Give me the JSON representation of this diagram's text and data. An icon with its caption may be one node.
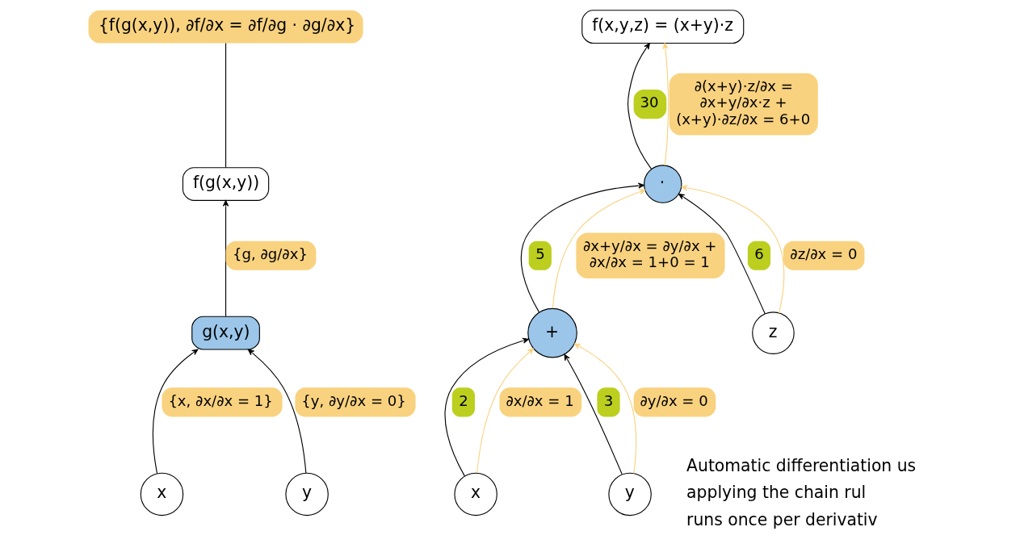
{
  "diagram": {
    "nodes": [
      {
        "text": [
          "{f(g(x,y)), ∂f/∂x = ∂f/∂g · ∂g/∂x}"
        ]
      },
      {
        "text": [
          "f(g(x,y))"
        ]
      },
      {
        "text": [
          "g(x,y)"
        ]
      },
      {
        "text": [
          "x"
        ]
      },
      {
        "text": [
          "y"
        ]
      },
      {
        "text": [
          "f(x,y,z) = (x+y)·z"
        ]
      },
      {
        "text": [
          "·"
        ]
      },
      {
        "text": [
          "+"
        ]
      },
      {
        "text": [
          "x"
        ]
      },
      {
        "text": [
          "y"
        ]
      },
      {
        "text": [
          "z"
        ]
      }
    ],
    "edges": [
      {
        "from": 3,
        "to": 2,
        "arrow": "to",
        "label": "{x, ∂x/∂x = 1}"
      },
      {
        "from": 4,
        "to": 2,
        "arrow": "to",
        "label": "{y, ∂y/∂x = 0}"
      },
      {
        "from": 2,
        "to": 1,
        "arrow": "to",
        "label": "{g, ∂g/∂x}"
      },
      {
        "from": 1,
        "to": 0,
        "arrow": "none"
      },
      {
        "from": 8,
        "to": 7,
        "arrow": "to",
        "label": "2"
      },
      {
        "from": 8,
        "to": 7,
        "arrow": "to",
        "label": "∂x/∂x = 1",
        "color": "#f9d27f"
      },
      {
        "from": 9,
        "to": 7,
        "arrow": "to",
        "label": "3"
      },
      {
        "from": 9,
        "to": 7,
        "arrow": "to",
        "label": "∂y/∂x = 0",
        "color": "#f9d27f"
      },
      {
        "from": 7,
        "to": 6,
        "arrow": "to",
        "label": "5"
      },
      {
        "from": 7,
        "to": 6,
        "arrow": "to",
        "label": "∂x+y/∂x = ∂y/∂x + ∂x/∂x = 1+0 = 1",
        "color": "#f9d27f"
      },
      {
        "from": 10,
        "to": 6,
        "arrow": "to",
        "label": "6"
      },
      {
        "from": 10,
        "to": 6,
        "arrow": "to",
        "label": "∂z/∂x = 0",
        "color": "#f9d27f"
      },
      {
        "from": 6,
        "to": 5,
        "arrow": "to",
        "label": "30"
      },
      {
        "from": 6,
        "to": 5,
        "arrow": "to",
        "label": "∂(x+y)·z/∂x = ∂x+y/∂x·z + (x+y)·∂z/∂x = 6+0",
        "color": "#f9d27f"
      }
    ],
    "labels": [
      "Automatic differentiation us",
      "applying the chain rul",
      "runs once per derivativ"
    ]
  }
}
